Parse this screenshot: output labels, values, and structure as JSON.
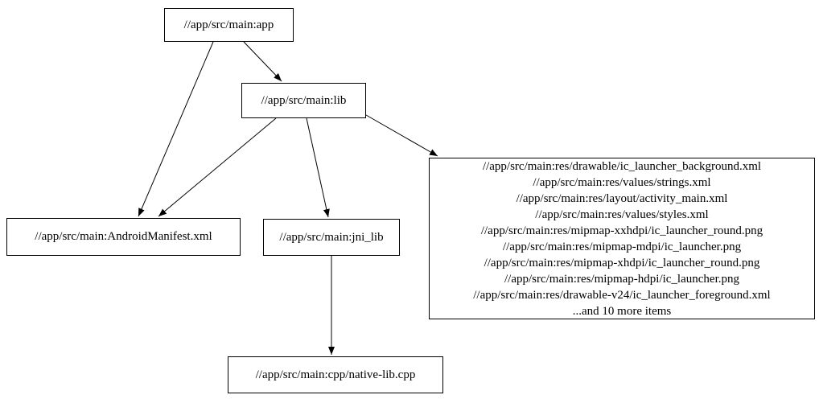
{
  "diagram": {
    "type": "directed-graph",
    "colors": {
      "background": "#ffffff",
      "node_fill": "#ffffff",
      "node_border": "#000000",
      "edge": "#000000",
      "text": "#000000"
    },
    "nodes": {
      "app": {
        "label": "//app/src/main:app"
      },
      "lib": {
        "label": "//app/src/main:lib"
      },
      "manifest": {
        "label": "//app/src/main:AndroidManifest.xml"
      },
      "jni_lib": {
        "label": "//app/src/main:jni_lib"
      },
      "cpp": {
        "label": "//app/src/main:cpp/native-lib.cpp"
      },
      "res": {
        "lines": [
          "//app/src/main:res/drawable/ic_launcher_background.xml",
          "//app/src/main:res/values/strings.xml",
          "//app/src/main:res/layout/activity_main.xml",
          "//app/src/main:res/values/styles.xml",
          "//app/src/main:res/mipmap-xxhdpi/ic_launcher_round.png",
          "//app/src/main:res/mipmap-mdpi/ic_launcher.png",
          "//app/src/main:res/mipmap-xhdpi/ic_launcher_round.png",
          "//app/src/main:res/mipmap-hdpi/ic_launcher.png",
          "//app/src/main:res/drawable-v24/ic_launcher_foreground.xml",
          "...and 10 more items"
        ]
      }
    },
    "edges": [
      {
        "from": "app",
        "to": "lib"
      },
      {
        "from": "app",
        "to": "manifest"
      },
      {
        "from": "lib",
        "to": "manifest"
      },
      {
        "from": "lib",
        "to": "jni_lib"
      },
      {
        "from": "lib",
        "to": "res"
      },
      {
        "from": "jni_lib",
        "to": "cpp"
      }
    ]
  }
}
